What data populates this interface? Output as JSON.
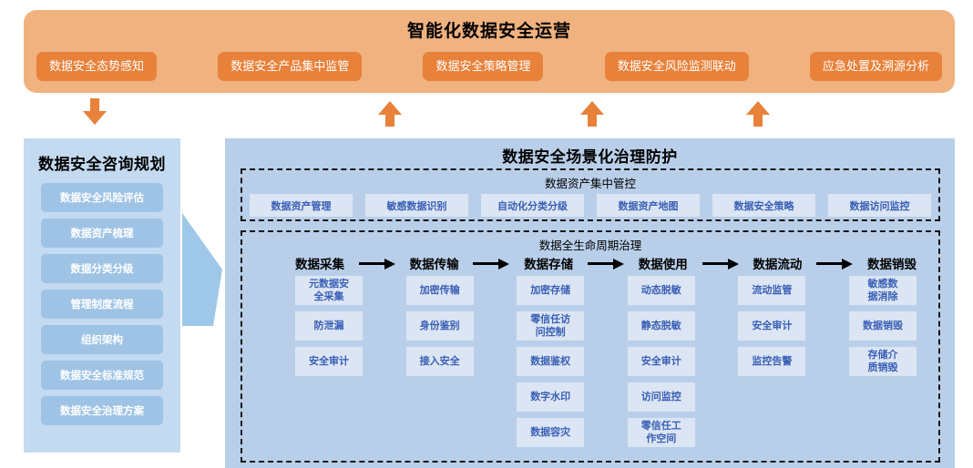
{
  "colors": {
    "banner_bg": "#f0b27f",
    "banner_button": "#e8813a",
    "arrow_orange": "#e8813a",
    "sidebar_bg": "#c3daf0",
    "sidebar_item": "#9fc3e5",
    "panel_bg": "#b9cfe9",
    "cell_bg": "#dbe5f3",
    "cell_text": "#3a5fb5",
    "big_arrow": "#9fc8e8"
  },
  "operations": {
    "title": "智能化数据安全运营",
    "buttons": [
      "数据安全态势感知",
      "数据安全产品集中监管",
      "数据安全策略管理",
      "数据安全风险监测联动",
      "应急处置及溯源分析"
    ]
  },
  "consulting": {
    "title": "数据安全咨询规划",
    "items": [
      "数据安全风险评估",
      "数据资产梳理",
      "数据分类分级",
      "管理制度流程",
      "组织架构",
      "数据安全标准规范",
      "数据安全治理方案"
    ]
  },
  "scene": {
    "title": "数据安全场景化治理防护",
    "asset_block": {
      "title": "数据资产集中管控",
      "items": [
        "数据资产管理",
        "敏感数据识别",
        "自动化分类分级",
        "数据资产地图",
        "数据安全策略",
        "数据访问监控"
      ]
    },
    "lifecycle_block": {
      "title": "数据全生命周期治理",
      "stages": [
        {
          "name": "数据采集",
          "items": [
            "元数据安全采集",
            "防泄漏",
            "安全审计"
          ]
        },
        {
          "name": "数据传输",
          "items": [
            "加密传输",
            "身份鉴别",
            "接入安全"
          ]
        },
        {
          "name": "数据存储",
          "items": [
            "加密存储",
            "零信任访问控制",
            "数据鉴权",
            "数字水印",
            "数据容灾"
          ]
        },
        {
          "name": "数据使用",
          "items": [
            "动态脱敏",
            "静态脱敏",
            "安全审计",
            "访问监控",
            "零信任工作空间"
          ]
        },
        {
          "name": "数据流动",
          "items": [
            "流动监管",
            "安全审计",
            "监控告警"
          ]
        },
        {
          "name": "数据销毁",
          "items": [
            "敏感数据消除",
            "数据销毁",
            "存储介质销毁"
          ]
        }
      ]
    }
  },
  "connectors": {
    "down_arrow_label": "向下箭头",
    "up_arrow_label": "向上箭头",
    "big_arrow_label": "向右大箭头"
  }
}
